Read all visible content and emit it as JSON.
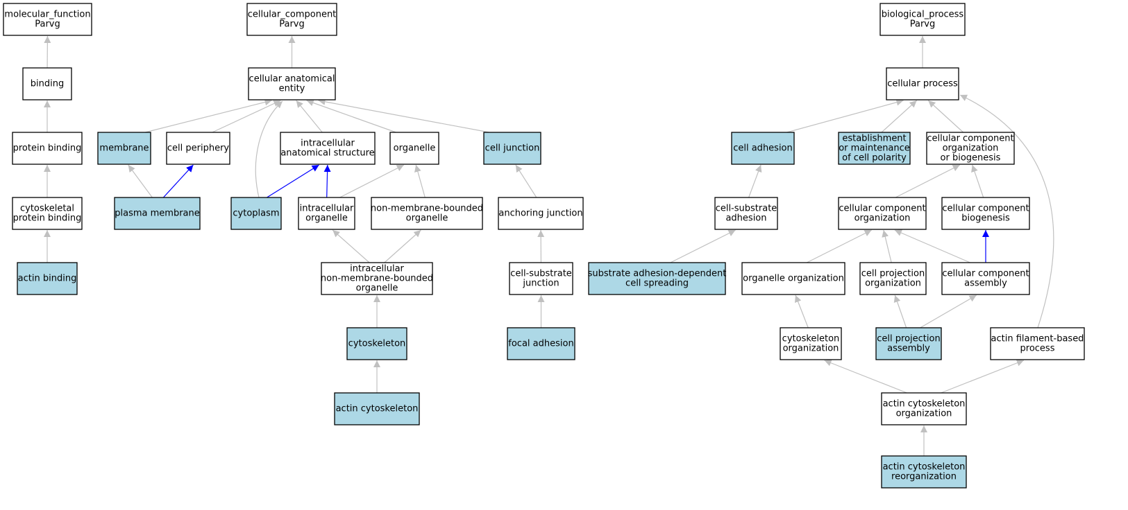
{
  "colors": {
    "annotated_fill": "#add8e6",
    "plain_fill": "#ffffff",
    "is_a_edge": "#c0c0c0",
    "part_of_edge": "#0000ff"
  },
  "nodes": [
    {
      "id": "mf",
      "lines": [
        "molecular_function",
        "Parvg"
      ],
      "annotated": false
    },
    {
      "id": "binding",
      "lines": [
        "binding"
      ],
      "annotated": false
    },
    {
      "id": "protein_binding",
      "lines": [
        "protein binding"
      ],
      "annotated": false
    },
    {
      "id": "cytoskeletal_protein_binding",
      "lines": [
        "cytoskeletal",
        "protein binding"
      ],
      "annotated": false
    },
    {
      "id": "actin_binding",
      "lines": [
        "actin binding"
      ],
      "annotated": true
    },
    {
      "id": "cc",
      "lines": [
        "cellular_component",
        "Parvg"
      ],
      "annotated": false
    },
    {
      "id": "cellular_anatomical_entity",
      "lines": [
        "cellular anatomical",
        "entity"
      ],
      "annotated": false
    },
    {
      "id": "membrane",
      "lines": [
        "membrane"
      ],
      "annotated": true
    },
    {
      "id": "cell_periphery",
      "lines": [
        "cell periphery"
      ],
      "annotated": false
    },
    {
      "id": "intracellular_anatomical_structure",
      "lines": [
        "intracellular",
        "anatomical structure"
      ],
      "annotated": false
    },
    {
      "id": "organelle",
      "lines": [
        "organelle"
      ],
      "annotated": false
    },
    {
      "id": "cell_junction",
      "lines": [
        "cell junction"
      ],
      "annotated": true
    },
    {
      "id": "plasma_membrane",
      "lines": [
        "plasma membrane"
      ],
      "annotated": true
    },
    {
      "id": "cytoplasm",
      "lines": [
        "cytoplasm"
      ],
      "annotated": true
    },
    {
      "id": "intracellular_organelle",
      "lines": [
        "intracellular",
        "organelle"
      ],
      "annotated": false
    },
    {
      "id": "non_membrane_bounded_organelle",
      "lines": [
        "non-membrane-bounded",
        "organelle"
      ],
      "annotated": false
    },
    {
      "id": "anchoring_junction",
      "lines": [
        "anchoring junction"
      ],
      "annotated": false
    },
    {
      "id": "intracellular_nmb_organelle",
      "lines": [
        "intracellular",
        "non-membrane-bounded",
        "organelle"
      ],
      "annotated": false
    },
    {
      "id": "cell_substrate_junction",
      "lines": [
        "cell-substrate",
        "junction"
      ],
      "annotated": false
    },
    {
      "id": "cytoskeleton",
      "lines": [
        "cytoskeleton"
      ],
      "annotated": true
    },
    {
      "id": "focal_adhesion",
      "lines": [
        "focal adhesion"
      ],
      "annotated": true
    },
    {
      "id": "actin_cytoskeleton",
      "lines": [
        "actin cytoskeleton"
      ],
      "annotated": true
    },
    {
      "id": "bp",
      "lines": [
        "biological_process",
        "Parvg"
      ],
      "annotated": false
    },
    {
      "id": "cellular_process",
      "lines": [
        "cellular process"
      ],
      "annotated": false
    },
    {
      "id": "cell_adhesion",
      "lines": [
        "cell adhesion"
      ],
      "annotated": true
    },
    {
      "id": "establishment_polarity",
      "lines": [
        "establishment",
        "or maintenance",
        "of cell polarity"
      ],
      "annotated": true
    },
    {
      "id": "cc_org_or_biogenesis",
      "lines": [
        "cellular component",
        "organization",
        "or biogenesis"
      ],
      "annotated": false
    },
    {
      "id": "cell_substrate_adhesion",
      "lines": [
        "cell-substrate",
        "adhesion"
      ],
      "annotated": false
    },
    {
      "id": "cc_organization",
      "lines": [
        "cellular component",
        "organization"
      ],
      "annotated": false
    },
    {
      "id": "cc_biogenesis",
      "lines": [
        "cellular component",
        "biogenesis"
      ],
      "annotated": false
    },
    {
      "id": "substrate_adhesion_spreading",
      "lines": [
        "substrate adhesion-dependent",
        "cell spreading"
      ],
      "annotated": true
    },
    {
      "id": "organelle_organization",
      "lines": [
        "organelle organization"
      ],
      "annotated": false
    },
    {
      "id": "cell_projection_organization",
      "lines": [
        "cell projection",
        "organization"
      ],
      "annotated": false
    },
    {
      "id": "cc_assembly",
      "lines": [
        "cellular component",
        "assembly"
      ],
      "annotated": false
    },
    {
      "id": "cytoskeleton_organization",
      "lines": [
        "cytoskeleton",
        "organization"
      ],
      "annotated": false
    },
    {
      "id": "cell_projection_assembly",
      "lines": [
        "cell projection",
        "assembly"
      ],
      "annotated": true
    },
    {
      "id": "actin_filament_process",
      "lines": [
        "actin filament-based",
        "process"
      ],
      "annotated": false
    },
    {
      "id": "actin_cytoskeleton_organization",
      "lines": [
        "actin cytoskeleton",
        "organization"
      ],
      "annotated": false
    },
    {
      "id": "actin_cytoskeleton_reorganization",
      "lines": [
        "actin cytoskeleton",
        "reorganization"
      ],
      "annotated": true
    }
  ],
  "edges": [
    {
      "from": "binding",
      "to": "mf",
      "kind": "is_a"
    },
    {
      "from": "protein_binding",
      "to": "binding",
      "kind": "is_a"
    },
    {
      "from": "cytoskeletal_protein_binding",
      "to": "protein_binding",
      "kind": "is_a"
    },
    {
      "from": "actin_binding",
      "to": "cytoskeletal_protein_binding",
      "kind": "is_a"
    },
    {
      "from": "cellular_anatomical_entity",
      "to": "cc",
      "kind": "is_a"
    },
    {
      "from": "membrane",
      "to": "cellular_anatomical_entity",
      "kind": "is_a"
    },
    {
      "from": "cell_periphery",
      "to": "cellular_anatomical_entity",
      "kind": "is_a"
    },
    {
      "from": "cytoplasm",
      "to": "cellular_anatomical_entity",
      "kind": "is_a"
    },
    {
      "from": "intracellular_anatomical_structure",
      "to": "cellular_anatomical_entity",
      "kind": "is_a"
    },
    {
      "from": "organelle",
      "to": "cellular_anatomical_entity",
      "kind": "is_a"
    },
    {
      "from": "cell_junction",
      "to": "cellular_anatomical_entity",
      "kind": "is_a"
    },
    {
      "from": "plasma_membrane",
      "to": "membrane",
      "kind": "is_a"
    },
    {
      "from": "plasma_membrane",
      "to": "cell_periphery",
      "kind": "part_of"
    },
    {
      "from": "cytoplasm",
      "to": "intracellular_anatomical_structure",
      "kind": "part_of"
    },
    {
      "from": "intracellular_organelle",
      "to": "intracellular_anatomical_structure",
      "kind": "part_of"
    },
    {
      "from": "intracellular_organelle",
      "to": "organelle",
      "kind": "is_a"
    },
    {
      "from": "non_membrane_bounded_organelle",
      "to": "organelle",
      "kind": "is_a"
    },
    {
      "from": "anchoring_junction",
      "to": "cell_junction",
      "kind": "is_a"
    },
    {
      "from": "intracellular_nmb_organelle",
      "to": "intracellular_organelle",
      "kind": "is_a"
    },
    {
      "from": "intracellular_nmb_organelle",
      "to": "non_membrane_bounded_organelle",
      "kind": "is_a"
    },
    {
      "from": "cell_substrate_junction",
      "to": "anchoring_junction",
      "kind": "is_a"
    },
    {
      "from": "cytoskeleton",
      "to": "intracellular_nmb_organelle",
      "kind": "is_a"
    },
    {
      "from": "focal_adhesion",
      "to": "cell_substrate_junction",
      "kind": "is_a"
    },
    {
      "from": "actin_cytoskeleton",
      "to": "cytoskeleton",
      "kind": "is_a"
    },
    {
      "from": "cellular_process",
      "to": "bp",
      "kind": "is_a"
    },
    {
      "from": "cell_adhesion",
      "to": "cellular_process",
      "kind": "is_a"
    },
    {
      "from": "establishment_polarity",
      "to": "cellular_process",
      "kind": "is_a"
    },
    {
      "from": "cc_org_or_biogenesis",
      "to": "cellular_process",
      "kind": "is_a"
    },
    {
      "from": "actin_filament_process",
      "to": "cellular_process",
      "kind": "is_a"
    },
    {
      "from": "cell_substrate_adhesion",
      "to": "cell_adhesion",
      "kind": "is_a"
    },
    {
      "from": "cc_organization",
      "to": "cc_org_or_biogenesis",
      "kind": "is_a"
    },
    {
      "from": "cc_biogenesis",
      "to": "cc_org_or_biogenesis",
      "kind": "is_a"
    },
    {
      "from": "substrate_adhesion_spreading",
      "to": "cell_substrate_adhesion",
      "kind": "is_a"
    },
    {
      "from": "organelle_organization",
      "to": "cc_organization",
      "kind": "is_a"
    },
    {
      "from": "cell_projection_organization",
      "to": "cc_organization",
      "kind": "is_a"
    },
    {
      "from": "cc_assembly",
      "to": "cc_organization",
      "kind": "is_a"
    },
    {
      "from": "cc_assembly",
      "to": "cc_biogenesis",
      "kind": "part_of"
    },
    {
      "from": "cytoskeleton_organization",
      "to": "organelle_organization",
      "kind": "is_a"
    },
    {
      "from": "cell_projection_assembly",
      "to": "cell_projection_organization",
      "kind": "is_a"
    },
    {
      "from": "cell_projection_assembly",
      "to": "cc_assembly",
      "kind": "is_a"
    },
    {
      "from": "actin_cytoskeleton_organization",
      "to": "cytoskeleton_organization",
      "kind": "is_a"
    },
    {
      "from": "actin_cytoskeleton_organization",
      "to": "actin_filament_process",
      "kind": "is_a"
    },
    {
      "from": "actin_cytoskeleton_reorganization",
      "to": "actin_cytoskeleton_organization",
      "kind": "is_a"
    }
  ]
}
